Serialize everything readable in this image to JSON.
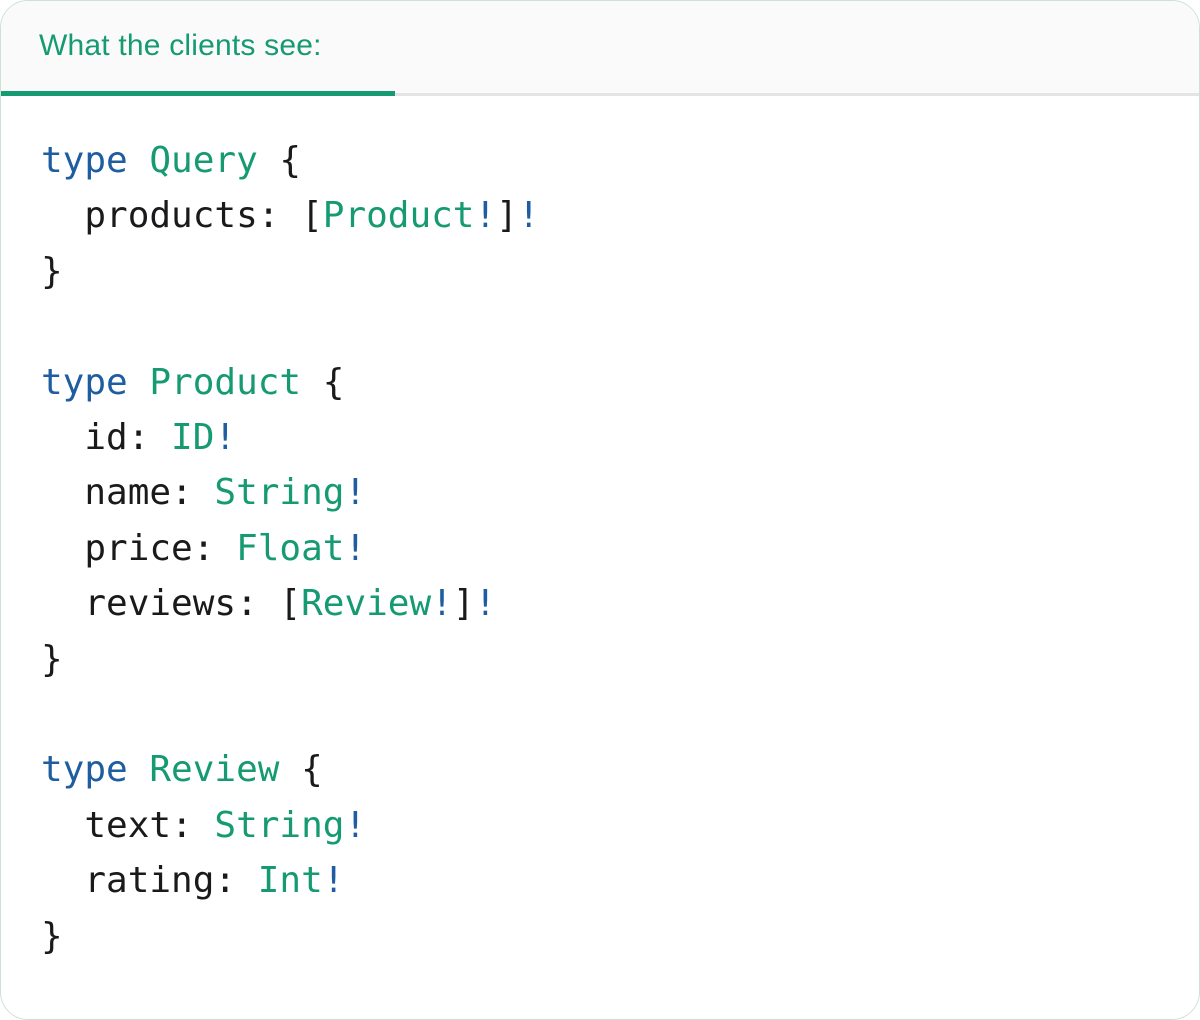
{
  "card": {
    "tab": {
      "label": "What the clients see:"
    }
  },
  "colors": {
    "accent_teal": "#159A72",
    "keyword_blue": "#1E5DA0",
    "code_text": "#1A1A1C",
    "divider_gray": "#E4E4E4",
    "header_bg": "#FAFAFA",
    "card_border": "#CBE3D3"
  },
  "code": {
    "language": "graphql-sdl",
    "lines": [
      [
        {
          "t": "type ",
          "c": "keyword"
        },
        {
          "t": "Query",
          "c": "type"
        },
        {
          "t": " {",
          "c": "plain"
        }
      ],
      [
        {
          "t": "  products: [",
          "c": "plain"
        },
        {
          "t": "Product",
          "c": "type"
        },
        {
          "t": "!",
          "c": "keyword"
        },
        {
          "t": "]",
          "c": "plain"
        },
        {
          "t": "!",
          "c": "keyword"
        }
      ],
      [
        {
          "t": "}",
          "c": "plain"
        }
      ],
      [],
      [
        {
          "t": "type ",
          "c": "keyword"
        },
        {
          "t": "Product",
          "c": "type"
        },
        {
          "t": " {",
          "c": "plain"
        }
      ],
      [
        {
          "t": "  id: ",
          "c": "plain"
        },
        {
          "t": "ID",
          "c": "type"
        },
        {
          "t": "!",
          "c": "keyword"
        }
      ],
      [
        {
          "t": "  name: ",
          "c": "plain"
        },
        {
          "t": "String",
          "c": "type"
        },
        {
          "t": "!",
          "c": "keyword"
        }
      ],
      [
        {
          "t": "  price: ",
          "c": "plain"
        },
        {
          "t": "Float",
          "c": "type"
        },
        {
          "t": "!",
          "c": "keyword"
        }
      ],
      [
        {
          "t": "  reviews: [",
          "c": "plain"
        },
        {
          "t": "Review",
          "c": "type"
        },
        {
          "t": "!",
          "c": "keyword"
        },
        {
          "t": "]",
          "c": "plain"
        },
        {
          "t": "!",
          "c": "keyword"
        }
      ],
      [
        {
          "t": "}",
          "c": "plain"
        }
      ],
      [],
      [
        {
          "t": "type ",
          "c": "keyword"
        },
        {
          "t": "Review",
          "c": "type"
        },
        {
          "t": " {",
          "c": "plain"
        }
      ],
      [
        {
          "t": "  text: ",
          "c": "plain"
        },
        {
          "t": "String",
          "c": "type"
        },
        {
          "t": "!",
          "c": "keyword"
        }
      ],
      [
        {
          "t": "  rating: ",
          "c": "plain"
        },
        {
          "t": "Int",
          "c": "type"
        },
        {
          "t": "!",
          "c": "keyword"
        }
      ],
      [
        {
          "t": "}",
          "c": "plain"
        }
      ]
    ]
  }
}
